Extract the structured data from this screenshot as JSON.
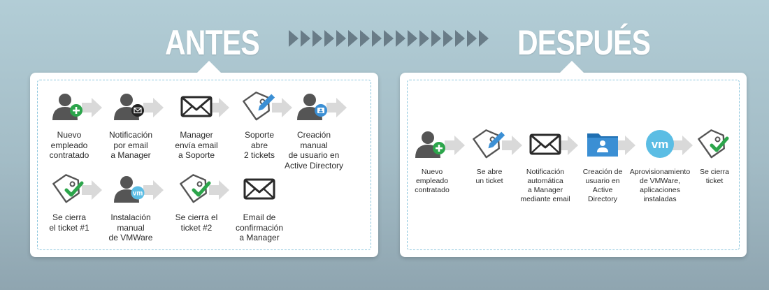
{
  "headings": {
    "before": "ANTES",
    "after": "DESPUÉS"
  },
  "before": {
    "steps": [
      {
        "icon": "user-add-icon",
        "label": "Nuevo\nempleado\ncontratado"
      },
      {
        "icon": "user-email-icon",
        "label": "Notificación\npor email\na Manager"
      },
      {
        "icon": "envelope-icon",
        "label": "Manager\nenvía email\na Soporte"
      },
      {
        "icon": "ticket-edit-icon",
        "label": "Soporte\nabre\n2 tickets"
      },
      {
        "icon": "user-directory-icon",
        "label": "Creación\nmanual\nde usuario en\nActive Directory"
      },
      {
        "icon": "ticket-check-icon",
        "label": "Se cierra\nel ticket #1"
      },
      {
        "icon": "user-vm-icon",
        "label": "Instalación\nmanual\nde VMWare"
      },
      {
        "icon": "ticket-check-icon",
        "label": "Se cierra el\nticket #2"
      },
      {
        "icon": "envelope-icon",
        "label": "Email de\nconfirmación\na Manager"
      }
    ]
  },
  "after": {
    "steps": [
      {
        "icon": "user-add-icon",
        "label": "Nuevo\nempleado\ncontratado"
      },
      {
        "icon": "ticket-edit-icon",
        "label": "Se abre\nun ticket"
      },
      {
        "icon": "envelope-icon",
        "label": "Notificación\nautomática\na Manager\nmediante email"
      },
      {
        "icon": "folder-user-icon",
        "label": "Creación de\nusuario en\nActive\nDirectory"
      },
      {
        "icon": "vm-circle-icon",
        "label": "Aprovisionamiento\nde VMWare,\naplicaciones\ninstaladas"
      },
      {
        "icon": "ticket-check-icon",
        "label": "Se cierra\nticket"
      }
    ]
  },
  "colors": {
    "green": "#2ca54b",
    "blue": "#3b8fd4",
    "vm": "#5bbde4",
    "gray": "#555555",
    "arrow": "#d9d9d9"
  }
}
